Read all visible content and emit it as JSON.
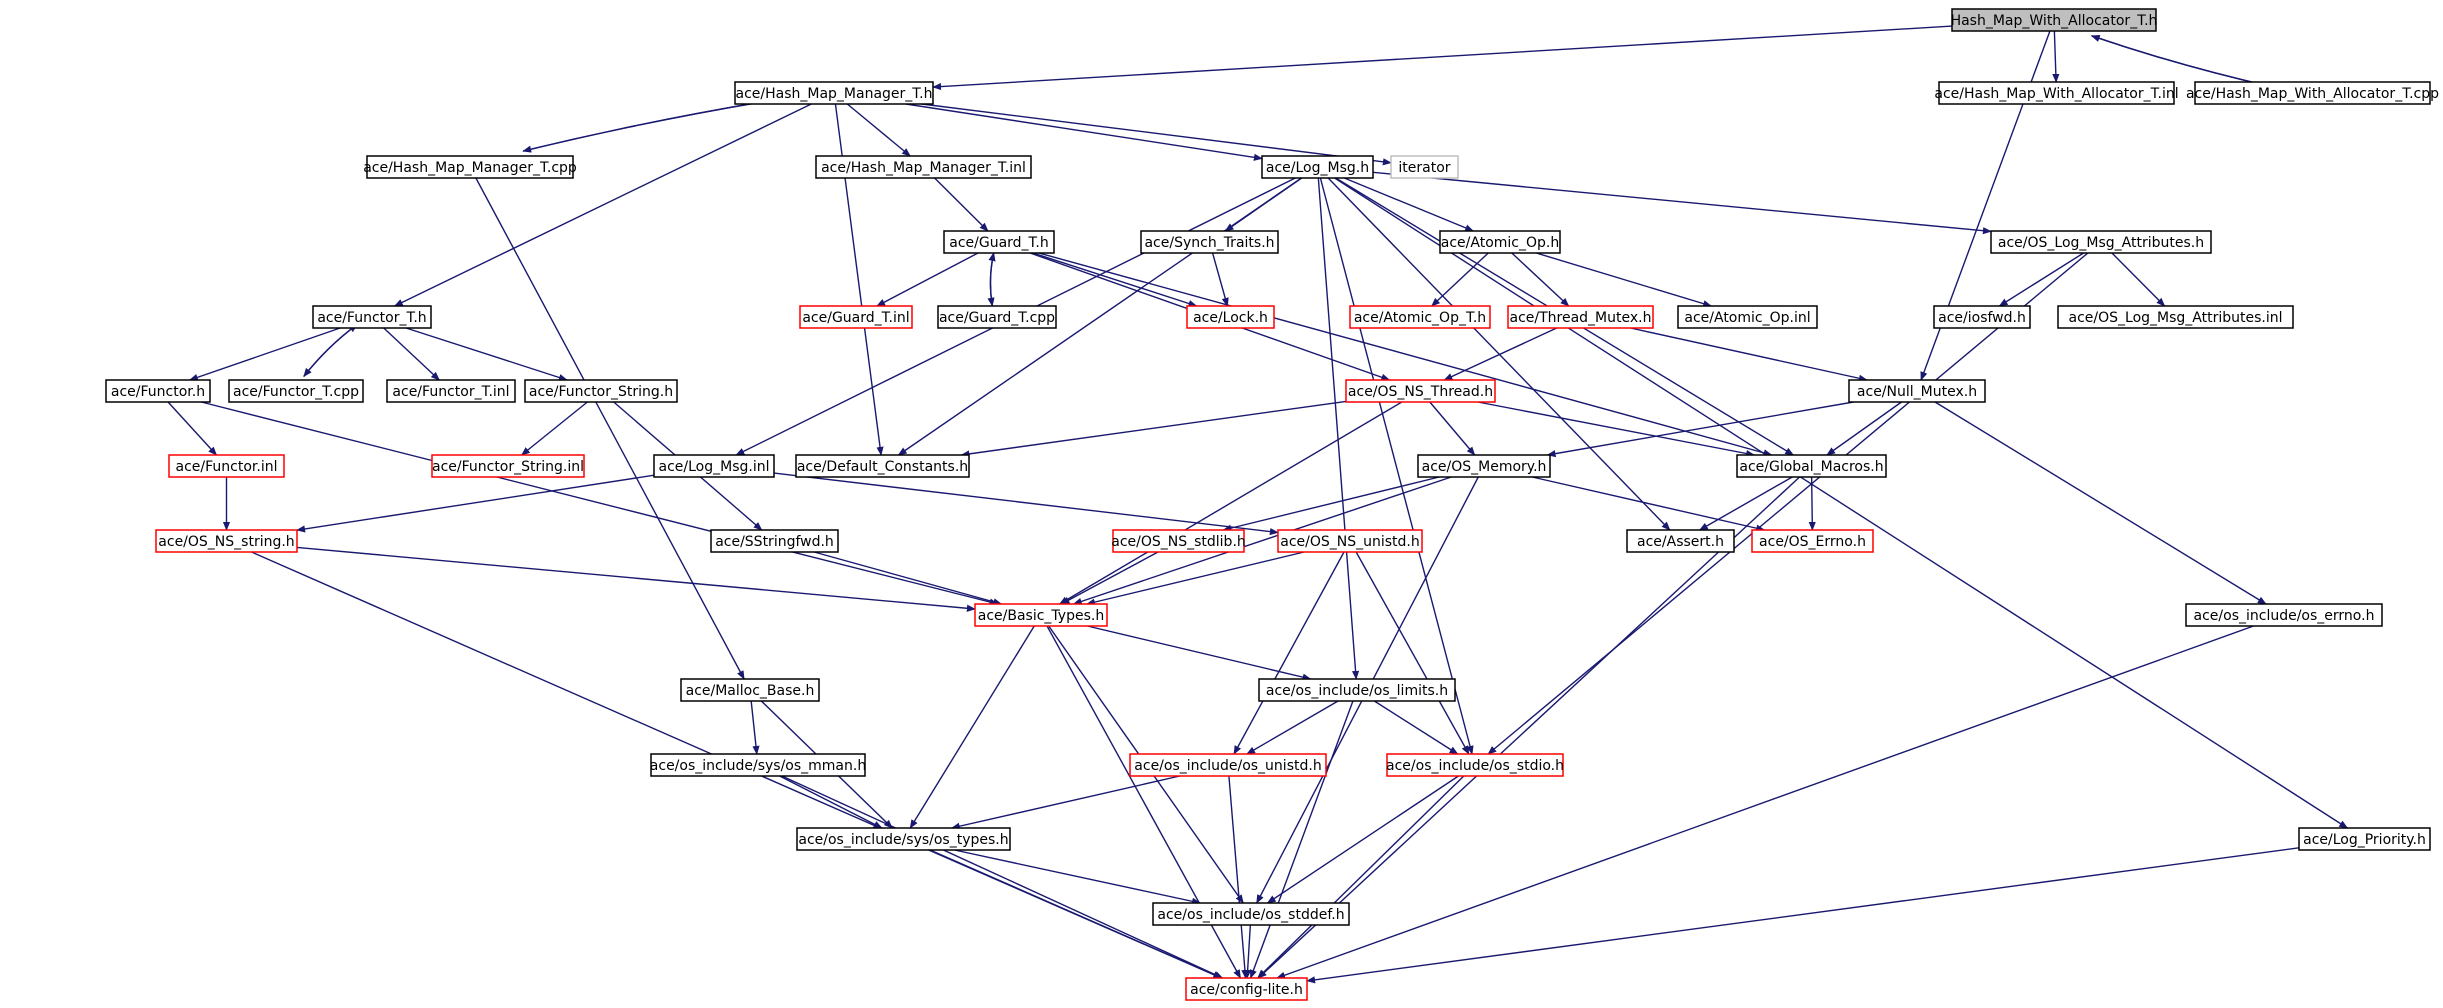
{
  "colors": {
    "edge": "#191970",
    "box_normal": "#000000",
    "box_truncated": "#ff0000",
    "box_untracked": "#bfbfbf",
    "root_fill": "#bfbfbf",
    "fill": "#ffffff"
  },
  "nodes": [
    {
      "id": "root",
      "label": "Hash_Map_With_Allocator_T.h",
      "style": "root"
    },
    {
      "id": "hmwa_inl",
      "label": "ace/Hash_Map_With_Allocator_T.inl",
      "style": "normal"
    },
    {
      "id": "hmwa_cpp",
      "label": "ace/Hash_Map_With_Allocator_T.cpp",
      "style": "normal"
    },
    {
      "id": "hmm_h",
      "label": "ace/Hash_Map_Manager_T.h",
      "style": "normal"
    },
    {
      "id": "hmm_cpp",
      "label": "ace/Hash_Map_Manager_T.cpp",
      "style": "normal"
    },
    {
      "id": "hmm_inl",
      "label": "ace/Hash_Map_Manager_T.inl",
      "style": "normal"
    },
    {
      "id": "log_msg_h",
      "label": "ace/Log_Msg.h",
      "style": "normal"
    },
    {
      "id": "iterator",
      "label": "iterator",
      "style": "untracked"
    },
    {
      "id": "guard_h",
      "label": "ace/Guard_T.h",
      "style": "normal"
    },
    {
      "id": "synch_traits",
      "label": "ace/Synch_Traits.h",
      "style": "normal"
    },
    {
      "id": "atomic_op_h",
      "label": "ace/Atomic_Op.h",
      "style": "normal"
    },
    {
      "id": "oslma_h",
      "label": "ace/OS_Log_Msg_Attributes.h",
      "style": "normal"
    },
    {
      "id": "functor_t_h",
      "label": "ace/Functor_T.h",
      "style": "normal"
    },
    {
      "id": "guard_inl",
      "label": "ace/Guard_T.inl",
      "style": "truncated"
    },
    {
      "id": "guard_cpp",
      "label": "ace/Guard_T.cpp",
      "style": "normal"
    },
    {
      "id": "lock_h",
      "label": "ace/Lock.h",
      "style": "truncated"
    },
    {
      "id": "atomic_op_t",
      "label": "ace/Atomic_Op_T.h",
      "style": "truncated"
    },
    {
      "id": "thread_mutex",
      "label": "ace/Thread_Mutex.h",
      "style": "truncated"
    },
    {
      "id": "atomic_op_inl",
      "label": "ace/Atomic_Op.inl",
      "style": "normal"
    },
    {
      "id": "iosfwd",
      "label": "ace/iosfwd.h",
      "style": "normal"
    },
    {
      "id": "oslma_inl",
      "label": "ace/OS_Log_Msg_Attributes.inl",
      "style": "normal"
    },
    {
      "id": "functor_h",
      "label": "ace/Functor.h",
      "style": "normal"
    },
    {
      "id": "functor_t_cpp",
      "label": "ace/Functor_T.cpp",
      "style": "normal"
    },
    {
      "id": "functor_t_inl",
      "label": "ace/Functor_T.inl",
      "style": "normal"
    },
    {
      "id": "functor_string",
      "label": "ace/Functor_String.h",
      "style": "normal"
    },
    {
      "id": "os_ns_thread",
      "label": "ace/OS_NS_Thread.h",
      "style": "truncated"
    },
    {
      "id": "null_mutex",
      "label": "ace/Null_Mutex.h",
      "style": "normal"
    },
    {
      "id": "functor_inl",
      "label": "ace/Functor.inl",
      "style": "truncated"
    },
    {
      "id": "functor_string_inl",
      "label": "ace/Functor_String.inl",
      "style": "truncated"
    },
    {
      "id": "log_msg_inl",
      "label": "ace/Log_Msg.inl",
      "style": "normal"
    },
    {
      "id": "default_constants",
      "label": "ace/Default_Constants.h",
      "style": "normal"
    },
    {
      "id": "os_memory",
      "label": "ace/OS_Memory.h",
      "style": "normal"
    },
    {
      "id": "global_macros",
      "label": "ace/Global_Macros.h",
      "style": "normal"
    },
    {
      "id": "os_ns_string",
      "label": "ace/OS_NS_string.h",
      "style": "truncated"
    },
    {
      "id": "sstringfwd",
      "label": "ace/SStringfwd.h",
      "style": "normal"
    },
    {
      "id": "os_ns_stdlib",
      "label": "ace/OS_NS_stdlib.h",
      "style": "truncated"
    },
    {
      "id": "os_ns_unistd",
      "label": "ace/OS_NS_unistd.h",
      "style": "truncated"
    },
    {
      "id": "assert_h",
      "label": "ace/Assert.h",
      "style": "normal"
    },
    {
      "id": "os_errno",
      "label": "ace/OS_Errno.h",
      "style": "truncated"
    },
    {
      "id": "basic_types",
      "label": "ace/Basic_Types.h",
      "style": "truncated"
    },
    {
      "id": "os_include_errno",
      "label": "ace/os_include/os_errno.h",
      "style": "normal"
    },
    {
      "id": "malloc_base",
      "label": "ace/Malloc_Base.h",
      "style": "normal"
    },
    {
      "id": "os_limits",
      "label": "ace/os_include/os_limits.h",
      "style": "normal"
    },
    {
      "id": "os_mman",
      "label": "ace/os_include/sys/os_mman.h",
      "style": "normal"
    },
    {
      "id": "os_unistd",
      "label": "ace/os_include/os_unistd.h",
      "style": "truncated"
    },
    {
      "id": "os_stdio",
      "label": "ace/os_include/os_stdio.h",
      "style": "truncated"
    },
    {
      "id": "os_types",
      "label": "ace/os_include/sys/os_types.h",
      "style": "normal"
    },
    {
      "id": "log_priority",
      "label": "ace/Log_Priority.h",
      "style": "normal"
    },
    {
      "id": "os_stddef",
      "label": "ace/os_include/os_stddef.h",
      "style": "normal"
    },
    {
      "id": "config_lite",
      "label": "ace/config-lite.h",
      "style": "truncated"
    }
  ],
  "edges": [
    [
      "root",
      "hmwa_inl"
    ],
    [
      "root",
      "hmwa_cpp"
    ],
    [
      "hmwa_cpp",
      "root"
    ],
    [
      "root",
      "hmm_h"
    ],
    [
      "root",
      "null_mutex"
    ],
    [
      "hmm_h",
      "hmm_cpp"
    ],
    [
      "hmm_cpp",
      "hmm_h"
    ],
    [
      "hmm_h",
      "hmm_inl"
    ],
    [
      "hmm_h",
      "log_msg_h"
    ],
    [
      "hmm_h",
      "iterator"
    ],
    [
      "hmm_h",
      "default_constants"
    ],
    [
      "hmm_h",
      "functor_t_h"
    ],
    [
      "hmm_cpp",
      "malloc_base"
    ],
    [
      "hmm_inl",
      "guard_h"
    ],
    [
      "log_msg_h",
      "synch_traits"
    ],
    [
      "log_msg_h",
      "atomic_op_h"
    ],
    [
      "log_msg_h",
      "oslma_h"
    ],
    [
      "log_msg_h",
      "log_msg_inl"
    ],
    [
      "log_msg_h",
      "default_constants"
    ],
    [
      "log_msg_h",
      "assert_h"
    ],
    [
      "log_msg_h",
      "global_macros"
    ],
    [
      "log_msg_h",
      "log_priority"
    ],
    [
      "log_msg_h",
      "os_stdio"
    ],
    [
      "log_msg_h",
      "os_limits"
    ],
    [
      "synch_traits",
      "lock_h"
    ],
    [
      "guard_h",
      "guard_inl"
    ],
    [
      "guard_h",
      "guard_cpp"
    ],
    [
      "guard_cpp",
      "guard_h"
    ],
    [
      "guard_h",
      "lock_h"
    ],
    [
      "guard_h",
      "os_ns_thread"
    ],
    [
      "guard_h",
      "global_macros"
    ],
    [
      "atomic_op_h",
      "atomic_op_t"
    ],
    [
      "atomic_op_h",
      "thread_mutex"
    ],
    [
      "atomic_op_h",
      "atomic_op_inl"
    ],
    [
      "thread_mutex",
      "os_ns_thread"
    ],
    [
      "thread_mutex",
      "null_mutex"
    ],
    [
      "oslma_h",
      "iosfwd"
    ],
    [
      "oslma_h",
      "oslma_inl"
    ],
    [
      "oslma_h",
      "os_stdio"
    ],
    [
      "functor_t_h",
      "functor_h"
    ],
    [
      "functor_t_h",
      "functor_t_cpp"
    ],
    [
      "functor_t_cpp",
      "functor_t_h"
    ],
    [
      "functor_t_h",
      "functor_t_inl"
    ],
    [
      "functor_t_h",
      "functor_string"
    ],
    [
      "functor_h",
      "functor_inl"
    ],
    [
      "functor_h",
      "basic_types"
    ],
    [
      "functor_inl",
      "os_ns_string"
    ],
    [
      "functor_string",
      "functor_string_inl"
    ],
    [
      "functor_string",
      "sstringfwd"
    ],
    [
      "os_ns_thread",
      "default_constants"
    ],
    [
      "os_ns_thread",
      "os_memory"
    ],
    [
      "os_ns_thread",
      "global_macros"
    ],
    [
      "os_ns_thread",
      "basic_types"
    ],
    [
      "null_mutex",
      "os_memory"
    ],
    [
      "null_mutex",
      "global_macros"
    ],
    [
      "null_mutex",
      "os_include_errno"
    ],
    [
      "log_msg_inl",
      "os_ns_string"
    ],
    [
      "log_msg_inl",
      "os_ns_unistd"
    ],
    [
      "os_memory",
      "os_ns_stdlib"
    ],
    [
      "os_memory",
      "os_errno"
    ],
    [
      "os_memory",
      "basic_types"
    ],
    [
      "os_memory",
      "os_stddef"
    ],
    [
      "global_macros",
      "assert_h"
    ],
    [
      "global_macros",
      "os_errno"
    ],
    [
      "global_macros",
      "config_lite"
    ],
    [
      "os_ns_string",
      "basic_types"
    ],
    [
      "os_ns_string",
      "config_lite"
    ],
    [
      "sstringfwd",
      "basic_types"
    ],
    [
      "os_ns_stdlib",
      "basic_types"
    ],
    [
      "os_ns_unistd",
      "basic_types"
    ],
    [
      "os_ns_unistd",
      "os_unistd"
    ],
    [
      "os_ns_unistd",
      "os_stdio"
    ],
    [
      "basic_types",
      "os_limits"
    ],
    [
      "basic_types",
      "os_types"
    ],
    [
      "basic_types",
      "os_stddef"
    ],
    [
      "basic_types",
      "config_lite"
    ],
    [
      "os_include_errno",
      "config_lite"
    ],
    [
      "malloc_base",
      "os_mman"
    ],
    [
      "malloc_base",
      "os_types"
    ],
    [
      "os_limits",
      "os_unistd"
    ],
    [
      "os_limits",
      "os_stdio"
    ],
    [
      "os_limits",
      "config_lite"
    ],
    [
      "os_mman",
      "os_types"
    ],
    [
      "os_mman",
      "config_lite"
    ],
    [
      "os_unistd",
      "os_types"
    ],
    [
      "os_unistd",
      "config_lite"
    ],
    [
      "os_stdio",
      "os_stddef"
    ],
    [
      "os_stdio",
      "config_lite"
    ],
    [
      "os_types",
      "os_stddef"
    ],
    [
      "os_types",
      "config_lite"
    ],
    [
      "log_priority",
      "config_lite"
    ],
    [
      "os_stddef",
      "config_lite"
    ]
  ]
}
